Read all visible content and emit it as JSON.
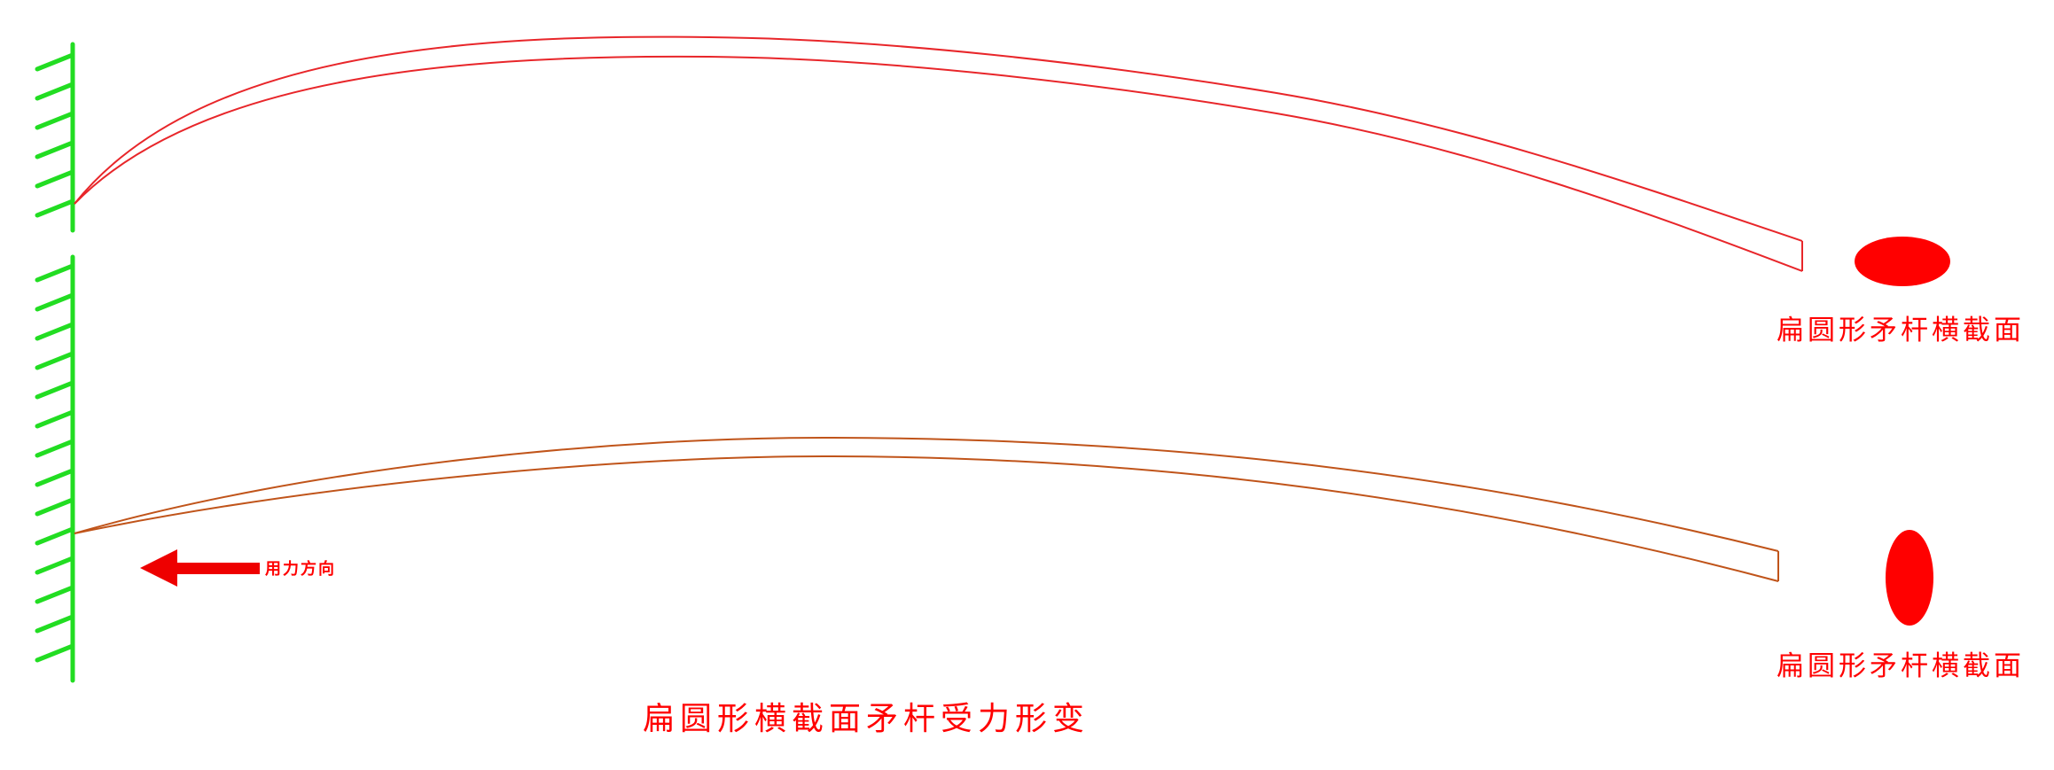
{
  "diagram": {
    "title": "扁圆形横截面矛杆受力形变",
    "force_direction_label": "用力方向",
    "cross_section_label_top": "扁圆形矛杆横截面",
    "cross_section_label_bottom": "扁圆形矛杆横截面",
    "colors": {
      "wall": "#22dd22",
      "shaft_top": "#e8262a",
      "shaft_bottom": "#c0541a",
      "cross_section_fill": "#ff0000",
      "arrow": "#ee0000",
      "text": "#ff0000"
    }
  }
}
